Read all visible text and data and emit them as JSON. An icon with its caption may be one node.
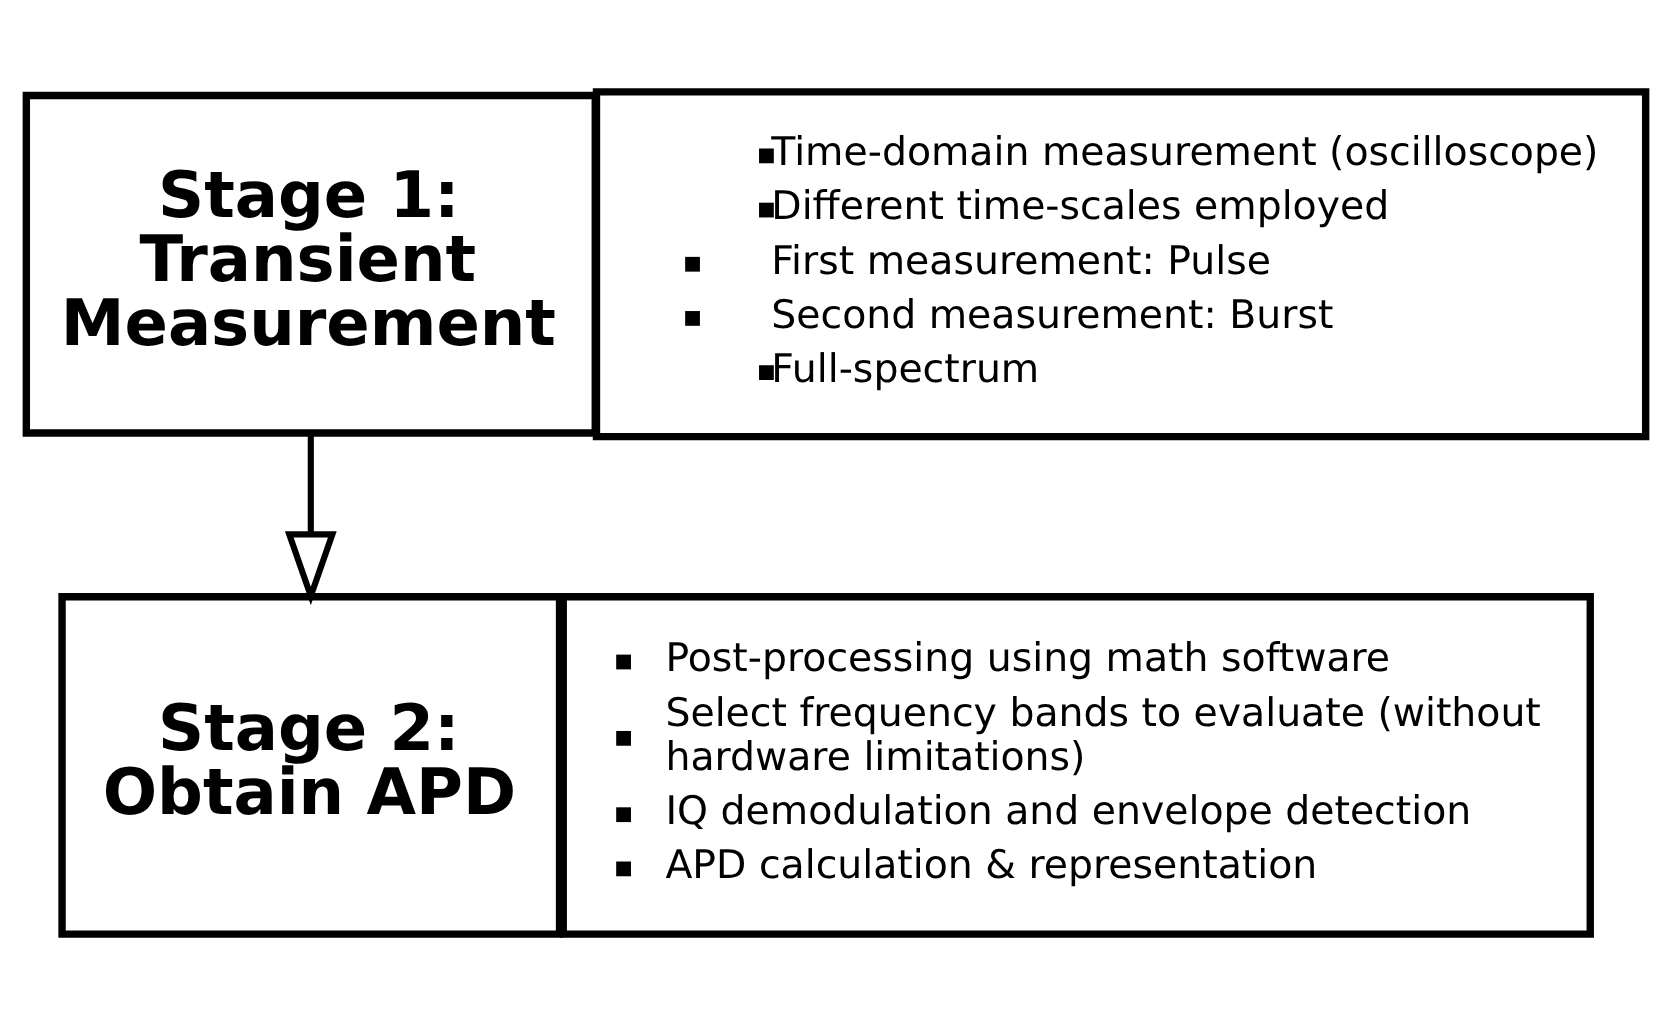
{
  "diagram": {
    "nodes": [
      {
        "text": [
          "Stage 1: Transient Measurement"
        ]
      },
      {
        "text": [
          "Time-domain measurement (oscilloscope)",
          "Different time-scales employed",
          "First measurement: Pulse",
          "Second measurement: Burst",
          "Full-spectrum"
        ]
      },
      {
        "text": [
          "Stage 2: Obtain APD"
        ]
      },
      {
        "text": [
          "Post-processing using math software",
          "Select frequency bands to evaluate (without hardware limitations)",
          "IQ demodulation and envelope detection",
          "APD calculation & representation"
        ]
      }
    ],
    "edges": [
      {
        "from": 0,
        "to": 2,
        "arrow": "to"
      }
    ]
  }
}
